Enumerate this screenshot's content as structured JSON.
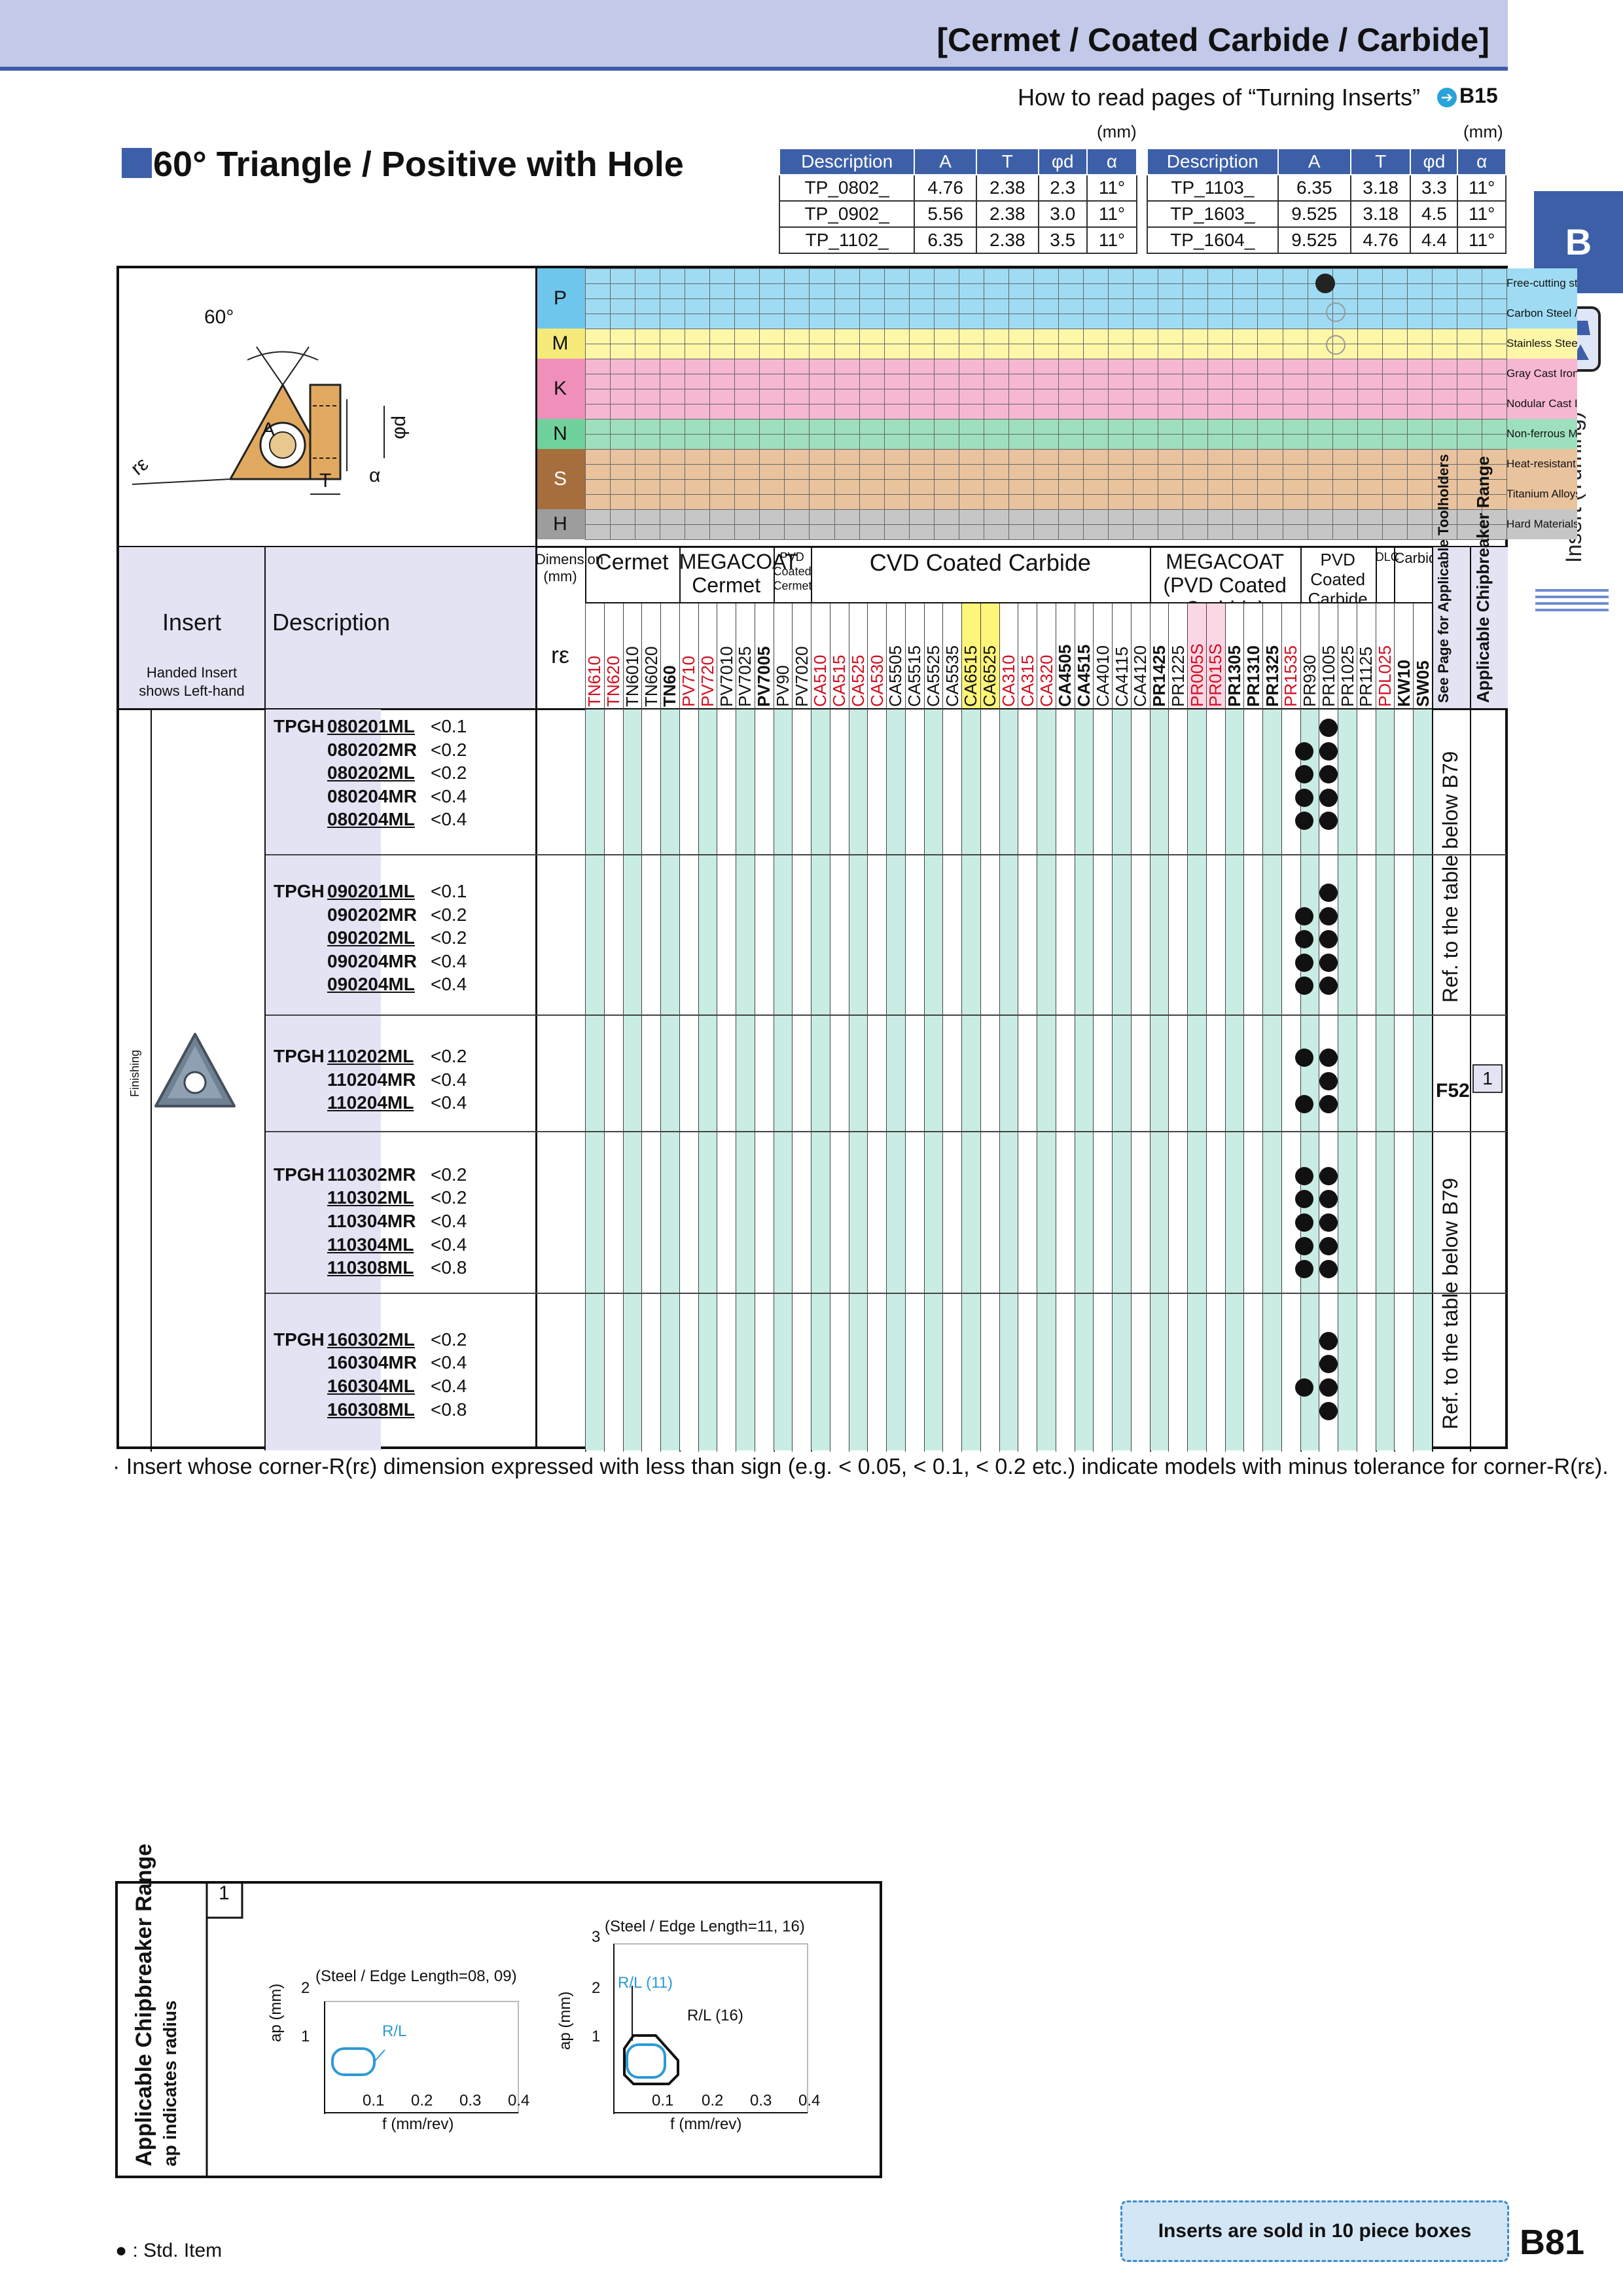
{
  "header": {
    "title": "[Cermet / Coated Carbide / Carbide]"
  },
  "side": {
    "tab": "B",
    "label": "Insert (Turning)"
  },
  "howto": {
    "text": "How to read pages of “Turning Inserts”",
    "link": "B15"
  },
  "title": "60° Triangle / Positive with Hole",
  "dims": {
    "unit": "(mm)",
    "headers": [
      "Description",
      "A",
      "T",
      "φd",
      "α"
    ],
    "left": [
      [
        "TP_0802_",
        "4.76",
        "2.38",
        "2.3",
        "11°"
      ],
      [
        "TP_0902_",
        "5.56",
        "2.38",
        "3.0",
        "11°"
      ],
      [
        "TP_1102_",
        "6.35",
        "2.38",
        "3.5",
        "11°"
      ]
    ],
    "right": [
      [
        "TP_1103_",
        "6.35",
        "3.18",
        "3.3",
        "11°"
      ],
      [
        "TP_1603_",
        "9.525",
        "3.18",
        "4.5",
        "11°"
      ],
      [
        "TP_1604_",
        "9.525",
        "4.76",
        "4.4",
        "11°"
      ]
    ]
  },
  "diagram": {
    "angle": "60°",
    "a": "A",
    "t": "T",
    "phid": "φd",
    "alpha": "α",
    "re": "rε"
  },
  "materials": [
    {
      "code": "P",
      "labels": [
        "Free-cutting steel",
        "Carbon Steel / Alloy Steel"
      ],
      "color": "#9fdcf4"
    },
    {
      "code": "M",
      "labels": [
        "Stainless Steel"
      ],
      "color": "#fff7a8"
    },
    {
      "code": "K",
      "labels": [
        "Gray Cast Iron",
        "Nodular Cast Iron"
      ],
      "color": "#f6b7d2"
    },
    {
      "code": "N",
      "labels": [
        "Non-ferrous Metals"
      ],
      "color": "#9ee0bd"
    },
    {
      "code": "S",
      "labels": [
        "Heat-resistant Alloys",
        "Titanium Alloys"
      ],
      "color": "#e9c39d"
    },
    {
      "code": "H",
      "labels": [
        "Hard Materials"
      ],
      "color": "#c6c6c6"
    }
  ],
  "header_row": {
    "insert": "Insert",
    "handed": "Handed Insert shows Left-hand",
    "description": "Description",
    "dimension": "Dimension (mm)",
    "re": "rε",
    "groups": [
      "Cermet",
      "MEGACOAT Cermet",
      "PVD Coated Cermet",
      "CVD Coated Carbide",
      "MEGACOAT (PVD Coated Carbide)",
      "PVD Coated Carbide",
      "DLC",
      "Carbide"
    ],
    "see_page": "See Page for Applicable Toolholders",
    "chipbreaker": "Applicable Chipbreaker Range"
  },
  "grades": [
    "TN610",
    "TN620",
    "TN6010",
    "TN6020",
    "TN60",
    "PV710",
    "PV720",
    "PV7010",
    "PV7025",
    "PV7005",
    "PV90",
    "PV7020",
    "CA510",
    "CA515",
    "CA525",
    "CA530",
    "CA5505",
    "CA5515",
    "CA5525",
    "CA5535",
    "CA6515",
    "CA6525",
    "CA310",
    "CA315",
    "CA320",
    "CA4505",
    "CA4515",
    "CA4010",
    "CA4115",
    "CA4120",
    "PR1425",
    "PR1225",
    "PR005S",
    "PR015S",
    "PR1305",
    "PR1310",
    "PR1325",
    "PR1535",
    "PR930",
    "PR1005",
    "PR1025",
    "PR1125",
    "PDL025",
    "KW10",
    "SW05"
  ],
  "grade_colors": [
    "#d01020",
    "#d01020",
    "#111",
    "#111",
    "#111",
    "#d01020",
    "#d01020",
    "#111",
    "#111",
    "#111",
    "#111",
    "#111",
    "#d01020",
    "#d01020",
    "#d01020",
    "#d01020",
    "#111",
    "#111",
    "#111",
    "#111",
    "#111",
    "#111",
    "#d01020",
    "#d01020",
    "#d01020",
    "#111",
    "#111",
    "#111",
    "#111",
    "#111",
    "#111",
    "#111",
    "#d01020",
    "#d01020",
    "#111",
    "#111",
    "#111",
    "#d01020",
    "#111",
    "#111",
    "#111",
    "#111",
    "#d01020",
    "#111",
    "#111"
  ],
  "finishing": "Finishing",
  "groups_rows": [
    {
      "prefix": "TPGH",
      "rows": [
        [
          "080201ML",
          "<0.1",
          [
            40
          ]
        ],
        [
          "080202MR",
          "<0.2",
          [
            39,
            40
          ]
        ],
        [
          "080202ML",
          "<0.2",
          [
            39,
            40
          ]
        ],
        [
          "080204MR",
          "<0.4",
          [
            39,
            40
          ]
        ],
        [
          "080204ML",
          "<0.4",
          [
            39,
            40
          ]
        ]
      ]
    },
    {
      "prefix": "TPGH",
      "rows": [
        [
          "090201ML",
          "<0.1",
          [
            40
          ]
        ],
        [
          "090202MR",
          "<0.2",
          [
            39,
            40
          ]
        ],
        [
          "090202ML",
          "<0.2",
          [
            39,
            40
          ]
        ],
        [
          "090204MR",
          "<0.4",
          [
            39,
            40
          ]
        ],
        [
          "090204ML",
          "<0.4",
          [
            39,
            40
          ]
        ]
      ]
    },
    {
      "prefix": "TPGH",
      "rows": [
        [
          "110202ML",
          "<0.2",
          [
            39,
            40
          ]
        ],
        [
          "110204MR",
          "<0.4",
          [
            40
          ]
        ],
        [
          "110204ML",
          "<0.4",
          [
            39,
            40
          ]
        ]
      ]
    },
    {
      "prefix": "TPGH",
      "rows": [
        [
          "110302MR",
          "<0.2",
          [
            39,
            40
          ]
        ],
        [
          "110302ML",
          "<0.2",
          [
            39,
            40
          ]
        ],
        [
          "110304MR",
          "<0.4",
          [
            39,
            40
          ]
        ],
        [
          "110304ML",
          "<0.4",
          [
            39,
            40
          ]
        ],
        [
          "110308ML",
          "<0.8",
          [
            39,
            40
          ]
        ]
      ]
    },
    {
      "prefix": "TPGH",
      "rows": [
        [
          "160302ML",
          "<0.2",
          [
            40
          ]
        ],
        [
          "160304MR",
          "<0.4",
          [
            40
          ]
        ],
        [
          "160304ML",
          "<0.4",
          [
            39,
            40
          ]
        ],
        [
          "160308ML",
          "<0.8",
          [
            40
          ]
        ]
      ]
    }
  ],
  "ref_text": "Ref. to the table below B79",
  "f52": "F52",
  "cb_num": "1",
  "note": "· Insert whose corner-R(rε) dimension expressed with less than sign (e.g. < 0.05, < 0.1, < 0.2 etc.) indicate models with minus tolerance for corner-R(rε).",
  "bottom": {
    "title": "Applicable Chipbreaker Range",
    "sub": "ap indicates radius",
    "num": "1",
    "chart1": {
      "caption": "(Steel / Edge Length=08, 09)",
      "ylabel": "ap (mm)",
      "xlabel": "f (mm/rev)",
      "xticks": [
        "0.1",
        "0.2",
        "0.3",
        "0.4"
      ],
      "yticks": [
        "1",
        "2"
      ],
      "label": "R/L"
    },
    "chart2": {
      "caption": "(Steel / Edge Length=11, 16)",
      "ylabel": "ap (mm)",
      "xlabel": "f (mm/rev)",
      "xticks": [
        "0.1",
        "0.2",
        "0.3",
        "0.4"
      ],
      "yticks": [
        "1",
        "2",
        "3"
      ],
      "label1": "R/L (11)",
      "label2": "R/L (16)"
    }
  },
  "std_item": "● : Std. Item",
  "boxes": "Inserts are sold in 10 piece boxes",
  "page": "B81"
}
